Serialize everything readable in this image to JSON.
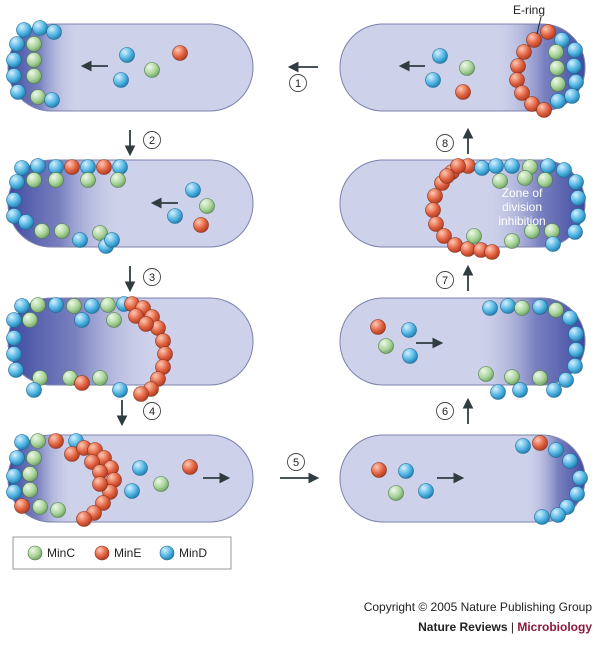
{
  "labels": {
    "ering": "E-ring",
    "zone": [
      "Zone of",
      "division",
      "inhibition"
    ]
  },
  "steps": [
    "1",
    "2",
    "3",
    "4",
    "5",
    "6",
    "7",
    "8"
  ],
  "legend": [
    {
      "label": "MinC",
      "color": "#a9d49b"
    },
    {
      "label": "MinE",
      "color": "#e0603f"
    },
    {
      "label": "MinD",
      "color": "#4fb3e2"
    }
  ],
  "footer": {
    "copyright": "Copyright © 2005 Nature Publishing Group",
    "journal_main": "Nature Reviews",
    "journal_sep": "|",
    "journal_sub": "Microbiology"
  },
  "colors": {
    "cell_fill": "#cdd1ea",
    "cell_stroke": "#7d82ad",
    "polar_zone": "#4a53a6",
    "arrow": "#2f3c40",
    "minC": "#a9d49b",
    "minE": "#e0603f",
    "minD": "#4fb3e2"
  }
}
